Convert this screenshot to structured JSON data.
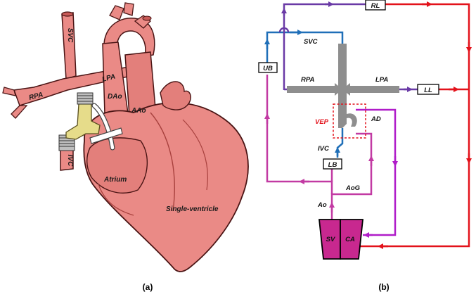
{
  "panel_a": {
    "caption": "(a)",
    "labels": {
      "svc": "SVC",
      "rpa": "RPA",
      "lpa": "LPA",
      "dao": "DAo",
      "aao": "AAo",
      "ivc": "IVC",
      "atrium": "Atrium",
      "single_ventricle": "Single-ventricle"
    }
  },
  "panel_b": {
    "caption": "(b)",
    "boxes": {
      "rl": "RL",
      "ub": "UB",
      "ll": "LL",
      "lb": "LB",
      "sv": "SV",
      "ca": "CA"
    },
    "labels": {
      "svc": "SVC",
      "rpa": "RPA",
      "lpa": "LPA",
      "vep": "VEP",
      "ad": "AD",
      "ivc": "IVC",
      "aog": "AoG",
      "ao": "Ao"
    },
    "colors": {
      "venous_blue": "#1f6fb8",
      "purple": "#6a3aa6",
      "red": "#e3121b",
      "magenta": "#c23aa3",
      "violet": "#b01cc9",
      "ventricle_fill": "#c8288f",
      "graft_gray": "#8e8e8e",
      "vep_red": "#e3121b"
    }
  },
  "colors": {
    "heart_fill": "#ea8a86",
    "heart_shade": "#d66e6a",
    "heart_outline": "#4a1414",
    "conduit_yellow": "#e6dc8a"
  }
}
